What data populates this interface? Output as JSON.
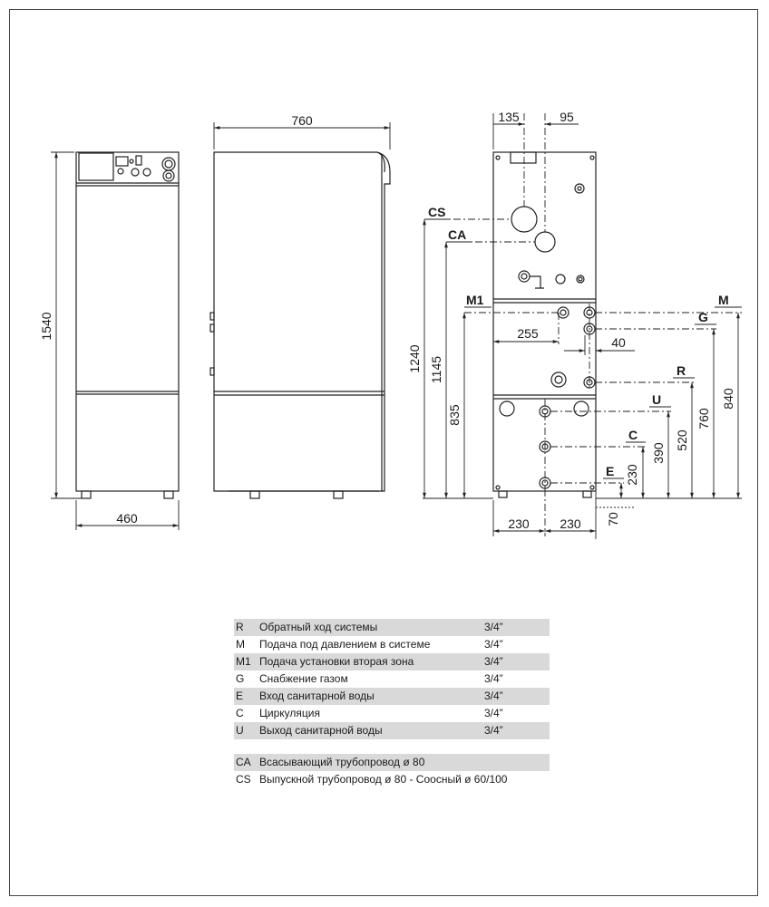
{
  "dims": {
    "d760_top": "760",
    "d1540": "1540",
    "d460": "460",
    "d135": "135",
    "d95": "95",
    "d1240": "1240",
    "d1145": "1145",
    "d835": "835",
    "d255": "255",
    "d40": "40",
    "d390": "390",
    "d230_v": "230",
    "d520": "520",
    "d760_v": "760",
    "d840": "840",
    "d230_a": "230",
    "d230_b": "230",
    "d70": "70"
  },
  "labels": {
    "CS": "CS",
    "CA": "CA",
    "M1": "M1",
    "M": "M",
    "G": "G",
    "R": "R",
    "U": "U",
    "C": "C",
    "E": "E"
  },
  "legend": {
    "rows": [
      {
        "code": "R",
        "desc": "Обратный ход системы",
        "size": "3/4”"
      },
      {
        "code": "M",
        "desc": "Подача под давлением в системе",
        "size": "3/4”"
      },
      {
        "code": "M1",
        "desc": "Подача установки вторая зона",
        "size": "3/4”"
      },
      {
        "code": "G",
        "desc": "Снабжение газом",
        "size": "3/4”"
      },
      {
        "code": "E",
        "desc": "Вход санитарной воды",
        "size": "3/4”"
      },
      {
        "code": "C",
        "desc": "Циркуляция",
        "size": "3/4”"
      },
      {
        "code": "U",
        "desc": "Выход санитарной воды",
        "size": "3/4”"
      }
    ],
    "notes": [
      {
        "code": "CA",
        "desc": "Всасывающий трубопровод ø 80"
      },
      {
        "code": "CS",
        "desc": "Выпускной трубопровод ø 80 - Соосный ø 60/100"
      }
    ]
  }
}
